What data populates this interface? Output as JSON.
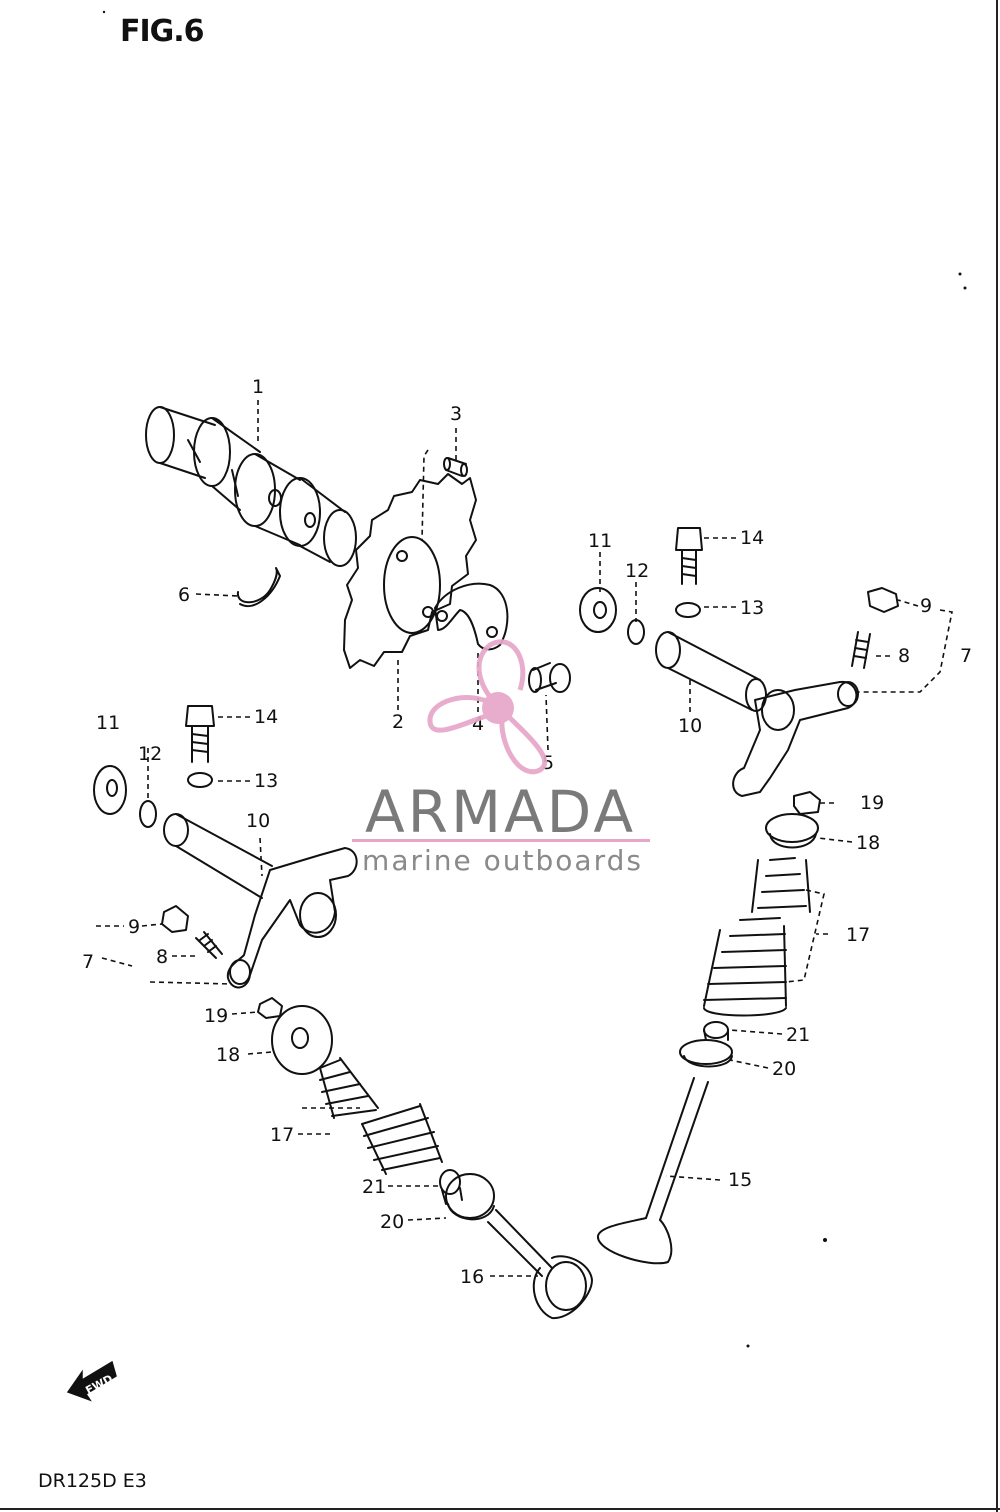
{
  "figure": {
    "title": "FIG.6",
    "model": "DR125D  E3"
  },
  "watermark": {
    "brand": "ARMADA",
    "tagline": "marine outboards",
    "icon": "propeller-icon",
    "color": "#e7a6c8"
  },
  "fwd_arrow_label": "FWD",
  "part_labels": [
    "1",
    "2",
    "3",
    "4",
    "5",
    "6",
    "7",
    "8",
    "9",
    "10",
    "11",
    "12",
    "13",
    "14",
    "15",
    "16",
    "17",
    "18",
    "19",
    "20",
    "21"
  ],
  "callouts": [
    {
      "id": "1",
      "text": "1"
    },
    {
      "id": "2",
      "text": "2"
    },
    {
      "id": "3",
      "text": "3"
    },
    {
      "id": "4",
      "text": "4"
    },
    {
      "id": "5",
      "text": "5"
    },
    {
      "id": "6",
      "text": "6"
    },
    {
      "id": "7a",
      "text": "7"
    },
    {
      "id": "8a",
      "text": "8"
    },
    {
      "id": "9a",
      "text": "9"
    },
    {
      "id": "10a",
      "text": "10"
    },
    {
      "id": "11a",
      "text": "11"
    },
    {
      "id": "12a",
      "text": "12"
    },
    {
      "id": "13a",
      "text": "13"
    },
    {
      "id": "14a",
      "text": "14"
    },
    {
      "id": "7b",
      "text": "7"
    },
    {
      "id": "8b",
      "text": "8"
    },
    {
      "id": "9b",
      "text": "9"
    },
    {
      "id": "10b",
      "text": "10"
    },
    {
      "id": "11b",
      "text": "11"
    },
    {
      "id": "12b",
      "text": "12"
    },
    {
      "id": "13b",
      "text": "13"
    },
    {
      "id": "14b",
      "text": "14"
    },
    {
      "id": "15",
      "text": "15"
    },
    {
      "id": "16",
      "text": "16"
    },
    {
      "id": "17a",
      "text": "17"
    },
    {
      "id": "18a",
      "text": "18"
    },
    {
      "id": "19a",
      "text": "19"
    },
    {
      "id": "20a",
      "text": "20"
    },
    {
      "id": "21a",
      "text": "21"
    },
    {
      "id": "17b",
      "text": "17"
    },
    {
      "id": "18b",
      "text": "18"
    },
    {
      "id": "19b",
      "text": "19"
    },
    {
      "id": "20b",
      "text": "20"
    },
    {
      "id": "21b",
      "text": "21"
    }
  ]
}
